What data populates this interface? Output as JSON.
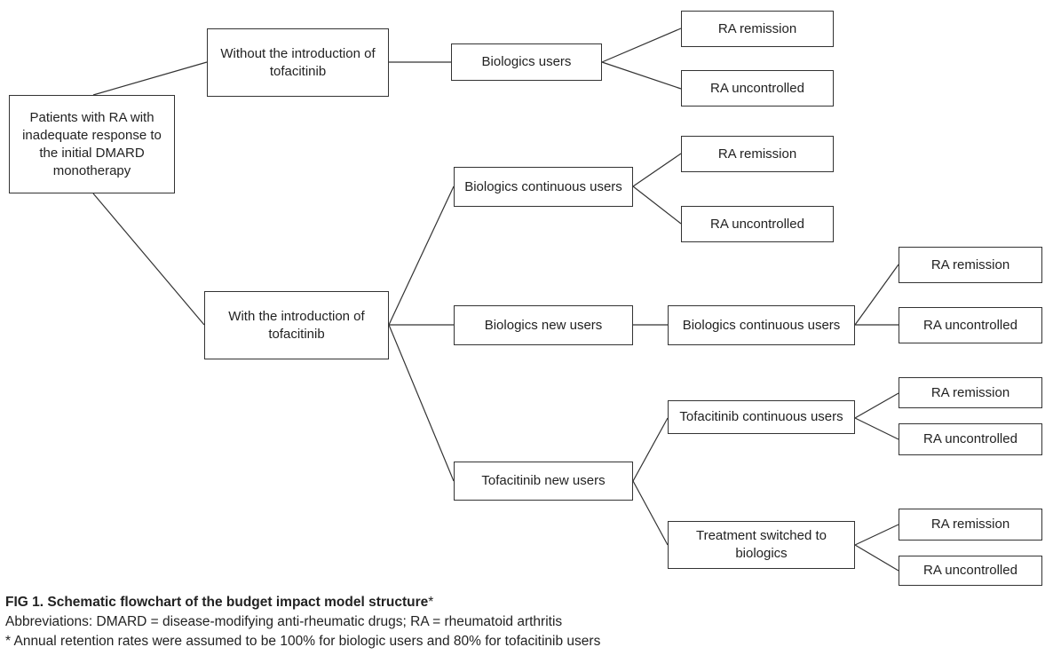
{
  "nodes": {
    "root": "Patients with RA with inadequate response to the initial DMARD monotherapy",
    "without": "Without the introduction of tofacitinib",
    "with": "With the introduction of tofacitinib",
    "bio_users": "Biologics users",
    "bio_users_remission": "RA remission",
    "bio_users_uncontrolled": "RA uncontrolled",
    "bio_cont": "Biologics continuous users",
    "bio_cont_remission": "RA remission",
    "bio_cont_uncontrolled": "RA uncontrolled",
    "bio_new": "Biologics new users",
    "bio_new_cont": "Biologics continuous users",
    "bio_new_cont_remission": "RA remission",
    "bio_new_cont_uncontrolled": "RA uncontrolled",
    "tofa_new": "Tofacitinib new users",
    "tofa_cont": "Tofacitinib continuous users",
    "tofa_cont_remission": "RA remission",
    "tofa_cont_uncontrolled": "RA uncontrolled",
    "switched": "Treatment switched to biologics",
    "switched_remission": "RA remission",
    "switched_uncontrolled": "RA uncontrolled"
  },
  "caption": {
    "title": "FIG 1. Schematic flowchart of the budget impact model structure",
    "title_mark": "*",
    "abbreviations": "Abbreviations: DMARD = disease-modifying anti-rheumatic drugs; RA = rheumatoid arthritis",
    "footnote": "*  Annual retention rates were assumed to be 100% for biologic users and 80% for tofacitinib users"
  }
}
